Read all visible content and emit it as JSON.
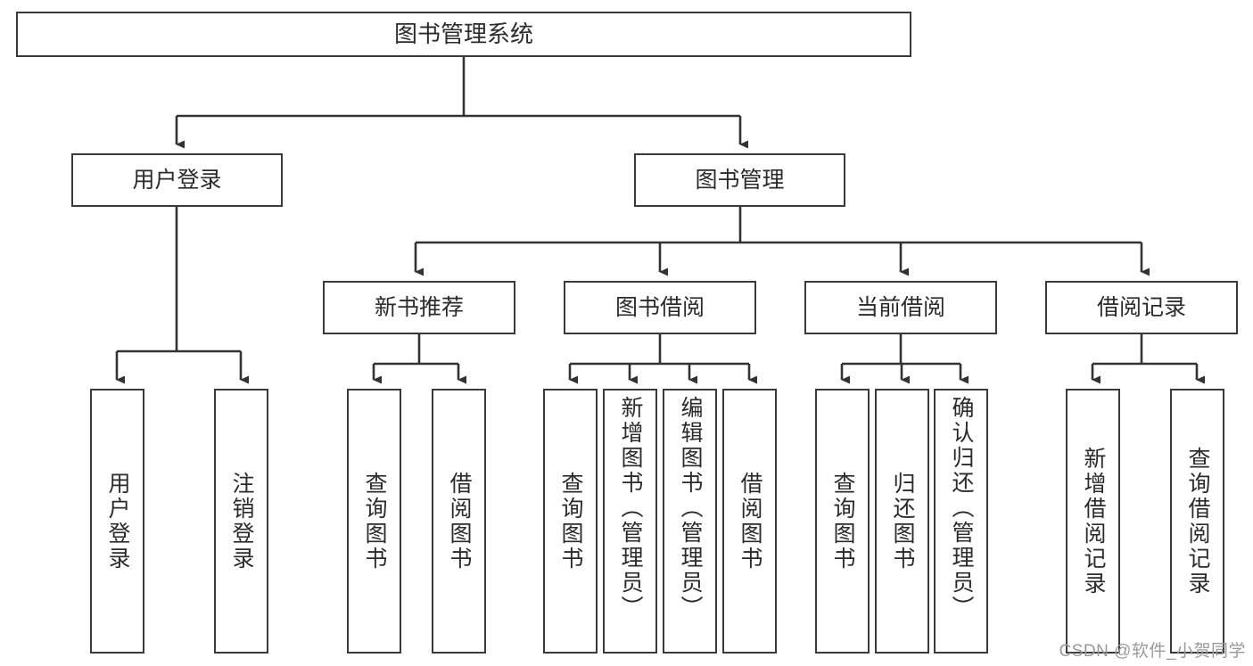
{
  "diagram": {
    "type": "tree-hierarchy",
    "title": "图书管理系统",
    "watermark": "CSDN @软件_小贺同学",
    "colors": {
      "box_border": "#3a3a3a",
      "box_fill": "#ffffff",
      "connector": "#333333",
      "text": "#2b2b2b",
      "watermark": "#9a9a9a"
    },
    "nodes": {
      "root": {
        "label": "图书管理系统"
      },
      "level2": [
        {
          "label": "用户登录"
        },
        {
          "label": "图书管理"
        }
      ],
      "level3": [
        {
          "label": "新书推荐"
        },
        {
          "label": "图书借阅"
        },
        {
          "label": "当前借阅"
        },
        {
          "label": "借阅记录"
        }
      ],
      "leaves": {
        "user_login": [
          {
            "label": "用户登录"
          },
          {
            "label": "注销登录"
          }
        ],
        "new_book_recommend": [
          {
            "label": "查询图书"
          },
          {
            "label": "借阅图书"
          }
        ],
        "book_borrow": [
          {
            "label": "查询图书"
          },
          {
            "label": "新增图书（管理员）"
          },
          {
            "label": "编辑图书（管理员）"
          },
          {
            "label": "借阅图书"
          }
        ],
        "current_borrow": [
          {
            "label": "查询图书"
          },
          {
            "label": "归还图书"
          },
          {
            "label": "确认归还（管理员）"
          }
        ],
        "borrow_record": [
          {
            "label": "新增借阅记录"
          },
          {
            "label": "查询借阅记录"
          }
        ]
      }
    }
  }
}
